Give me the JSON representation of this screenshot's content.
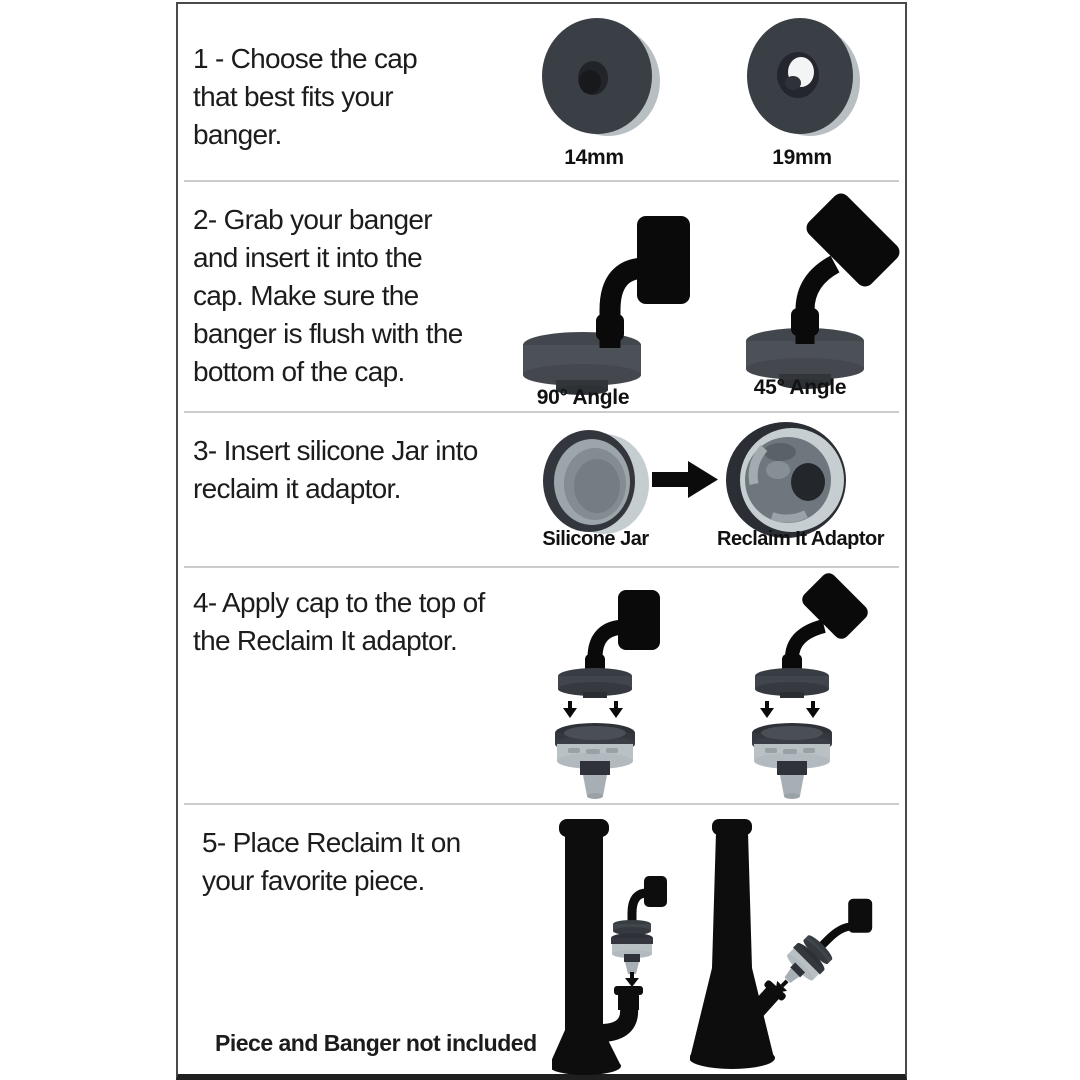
{
  "document": {
    "type": "product-instruction-sheet",
    "footnote": "Piece and Banger not included"
  },
  "steps": [
    {
      "id": 1,
      "text": "1 - Choose the cap\nthat best fits your\nbanger.",
      "labels": [
        "14mm",
        "19mm"
      ],
      "illustrations": [
        "cap-14mm",
        "cap-19mm"
      ]
    },
    {
      "id": 2,
      "text": "2- Grab your banger\nand insert it into the\ncap. Make sure the\nbanger is flush with the\nbottom of the cap.",
      "labels": [
        "90° Angle",
        "45° Angle"
      ],
      "illustrations": [
        "banger-90-in-cap",
        "banger-45-in-cap"
      ]
    },
    {
      "id": 3,
      "text": "3- Insert silicone Jar into\nreclaim it adaptor.",
      "labels": [
        "Silicone Jar",
        "Reclaim It Adaptor"
      ],
      "illustrations": [
        "silicone-jar",
        "right-arrow",
        "reclaim-it-adaptor"
      ]
    },
    {
      "id": 4,
      "text": "4- Apply cap to the top of\nthe Reclaim It adaptor.",
      "labels": [],
      "illustrations": [
        "cap-dropping-onto-adaptor-90",
        "cap-dropping-onto-adaptor-45"
      ]
    },
    {
      "id": 5,
      "text": "5- Place Reclaim It on\nyour favorite piece.",
      "labels": [],
      "illustrations": [
        "straight-tube-piece-with-reclaim-it",
        "beaker-piece-with-reclaim-it"
      ]
    }
  ],
  "colors": {
    "background": "#ffffff",
    "panel_border": "#4a4a4a",
    "divider": "#cccccc",
    "text": "#1c1c1c",
    "silhouette_black": "#0d0d0d",
    "cap_body_gray": "#4c5157",
    "silicone_light_gray": "#b9c1c5",
    "rim_light_gray": "#b7bfc3",
    "jar_interior_gray": "#828c91"
  }
}
